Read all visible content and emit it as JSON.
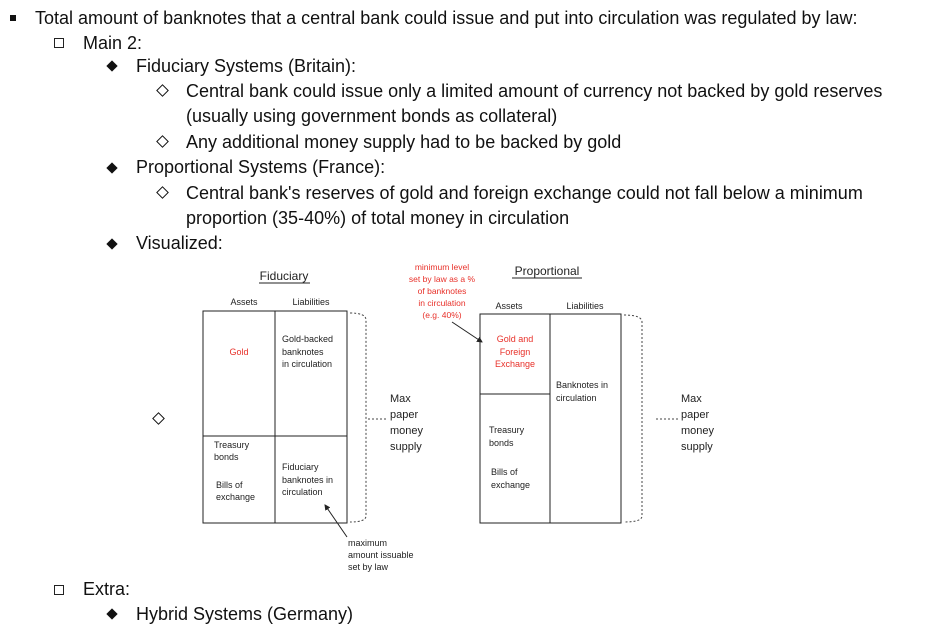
{
  "outline": {
    "l0": "Total amount of banknotes that a central bank could issue and put into circulation was regulated by law:",
    "main2": "Main 2:",
    "fiduciary_title": "Fiduciary Systems (Britain):",
    "fid_point1_a": "Central bank could issue only a limited amount of currency not backed by gold reserves",
    "fid_point1_b": "(usually using government bonds as collateral)",
    "fid_point2": "Any additional money supply had to be backed by gold",
    "proportional_title": "Proportional Systems (France):",
    "prop_point1_a": "Central bank's reserves of gold and foreign exchange could not fall below a minimum",
    "prop_point1_b": "proportion (35-40%) of total money in circulation",
    "visualized": "Visualized:",
    "extra": "Extra:",
    "hybrid": "Hybrid Systems (Germany)"
  },
  "diagram": {
    "fiduciary": {
      "title": "Fiduciary",
      "assets_header": "Assets",
      "liabilities_header": "Liabilities",
      "gold": "Gold",
      "gold_backed": [
        "Gold-backed",
        "banknotes",
        "in circulation"
      ],
      "treasury": [
        "Treasury",
        "bonds"
      ],
      "bills": [
        "Bills of",
        "exchange"
      ],
      "fiduciary_notes": [
        "Fiduciary",
        "banknotes in",
        "circulation"
      ],
      "max_supply": [
        "Max",
        "paper",
        "money",
        "supply"
      ],
      "max_issuable": [
        "maximum",
        "amount issuable",
        "set by law"
      ]
    },
    "proportional": {
      "title": "Proportional",
      "assets_header": "Assets",
      "liabilities_header": "Liabilities",
      "gold_fx": [
        "Gold and",
        "Foreign",
        "Exchange"
      ],
      "banknotes": [
        "Banknotes in",
        "circulation"
      ],
      "treasury": [
        "Treasury",
        "bonds"
      ],
      "bills": [
        "Bills of",
        "exchange"
      ],
      "max_supply": [
        "Max",
        "paper",
        "money",
        "supply"
      ],
      "min_level": [
        "minimum level",
        "set by law as a %",
        "of banknotes",
        "in circulation",
        "(e.g. 40%)"
      ]
    },
    "colors": {
      "red": "#e8312a",
      "ink": "#222222"
    }
  }
}
